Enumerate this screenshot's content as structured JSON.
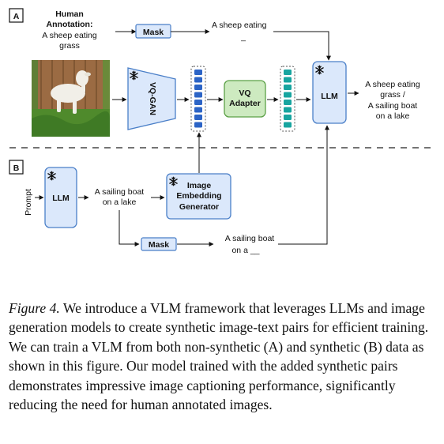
{
  "section_a": {
    "label": "A",
    "human_annotation": [
      "Human",
      "Annotation:",
      "A sheep eating",
      "grass"
    ],
    "mask_top": "Mask",
    "masked_text_top": "A sheep eating",
    "masked_blank_top": "_",
    "vq_gan": "VQ-GAN",
    "vq_adapter": [
      "VQ",
      "Adapter"
    ],
    "llm": "LLM",
    "output": [
      "A sheep eating",
      "grass /",
      "A sailing boat",
      "on a lake"
    ]
  },
  "section_b": {
    "label": "B",
    "prompt": "Prompt",
    "llm": "LLM",
    "generated_text": [
      "A sailing boat",
      "on a lake"
    ],
    "generator": [
      "Image",
      "Embedding",
      "Generator"
    ],
    "mask_bottom": "Mask",
    "masked_text_bottom": [
      "A sailing boat",
      "on a __"
    ]
  },
  "caption": {
    "label": "Figure 4.",
    "text": "We introduce a VLM framework that leverages LLMs and image generation models to create synthetic image-text pairs for efficient training. We can train a VLM from both non-synthetic (A) and synthetic (B) data as shown in this figure. Our model trained with the added synthetic pairs demonstrates impressive image captioning performance, significantly reducing the need for human annotated images."
  },
  "colors": {
    "blue_fill": "#dbe8fb",
    "blue_stroke": "#4a7fc8",
    "green_fill": "#cdeac0",
    "green_stroke": "#5ba046",
    "teal_token": "#18a5a0",
    "blue_token": "#2c64c6"
  },
  "icons": [
    "snowflake-icon",
    "sheep-photo"
  ]
}
